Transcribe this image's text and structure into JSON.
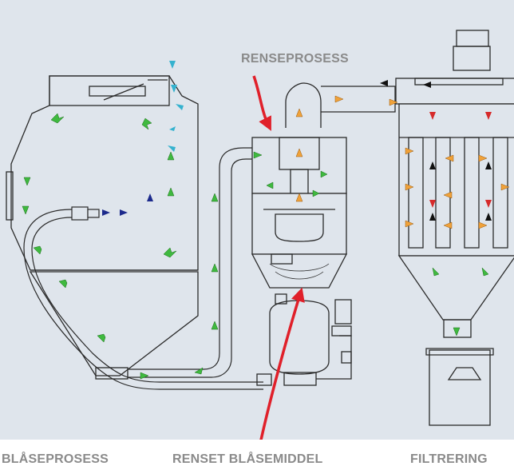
{
  "labels": {
    "process_cleaning": "RENSEPROSESS",
    "process_blasting": "BLÅSEPROSESS",
    "cleaned_abrasive": "RENSET BLÅSEMIDDEL",
    "filtering": "FILTRERING"
  },
  "colors": {
    "background": "#dfe5ec",
    "line": "#2a2a2a",
    "highlight_arrow": "#e0202a",
    "flow_green": "#3fb93f",
    "flow_orange": "#f0a23a",
    "flow_navy": "#1c2a8c",
    "flow_cyan": "#35b2cf",
    "flow_red": "#d62a2a",
    "flow_black": "#111111",
    "caption_text": "#8a8a8a"
  }
}
